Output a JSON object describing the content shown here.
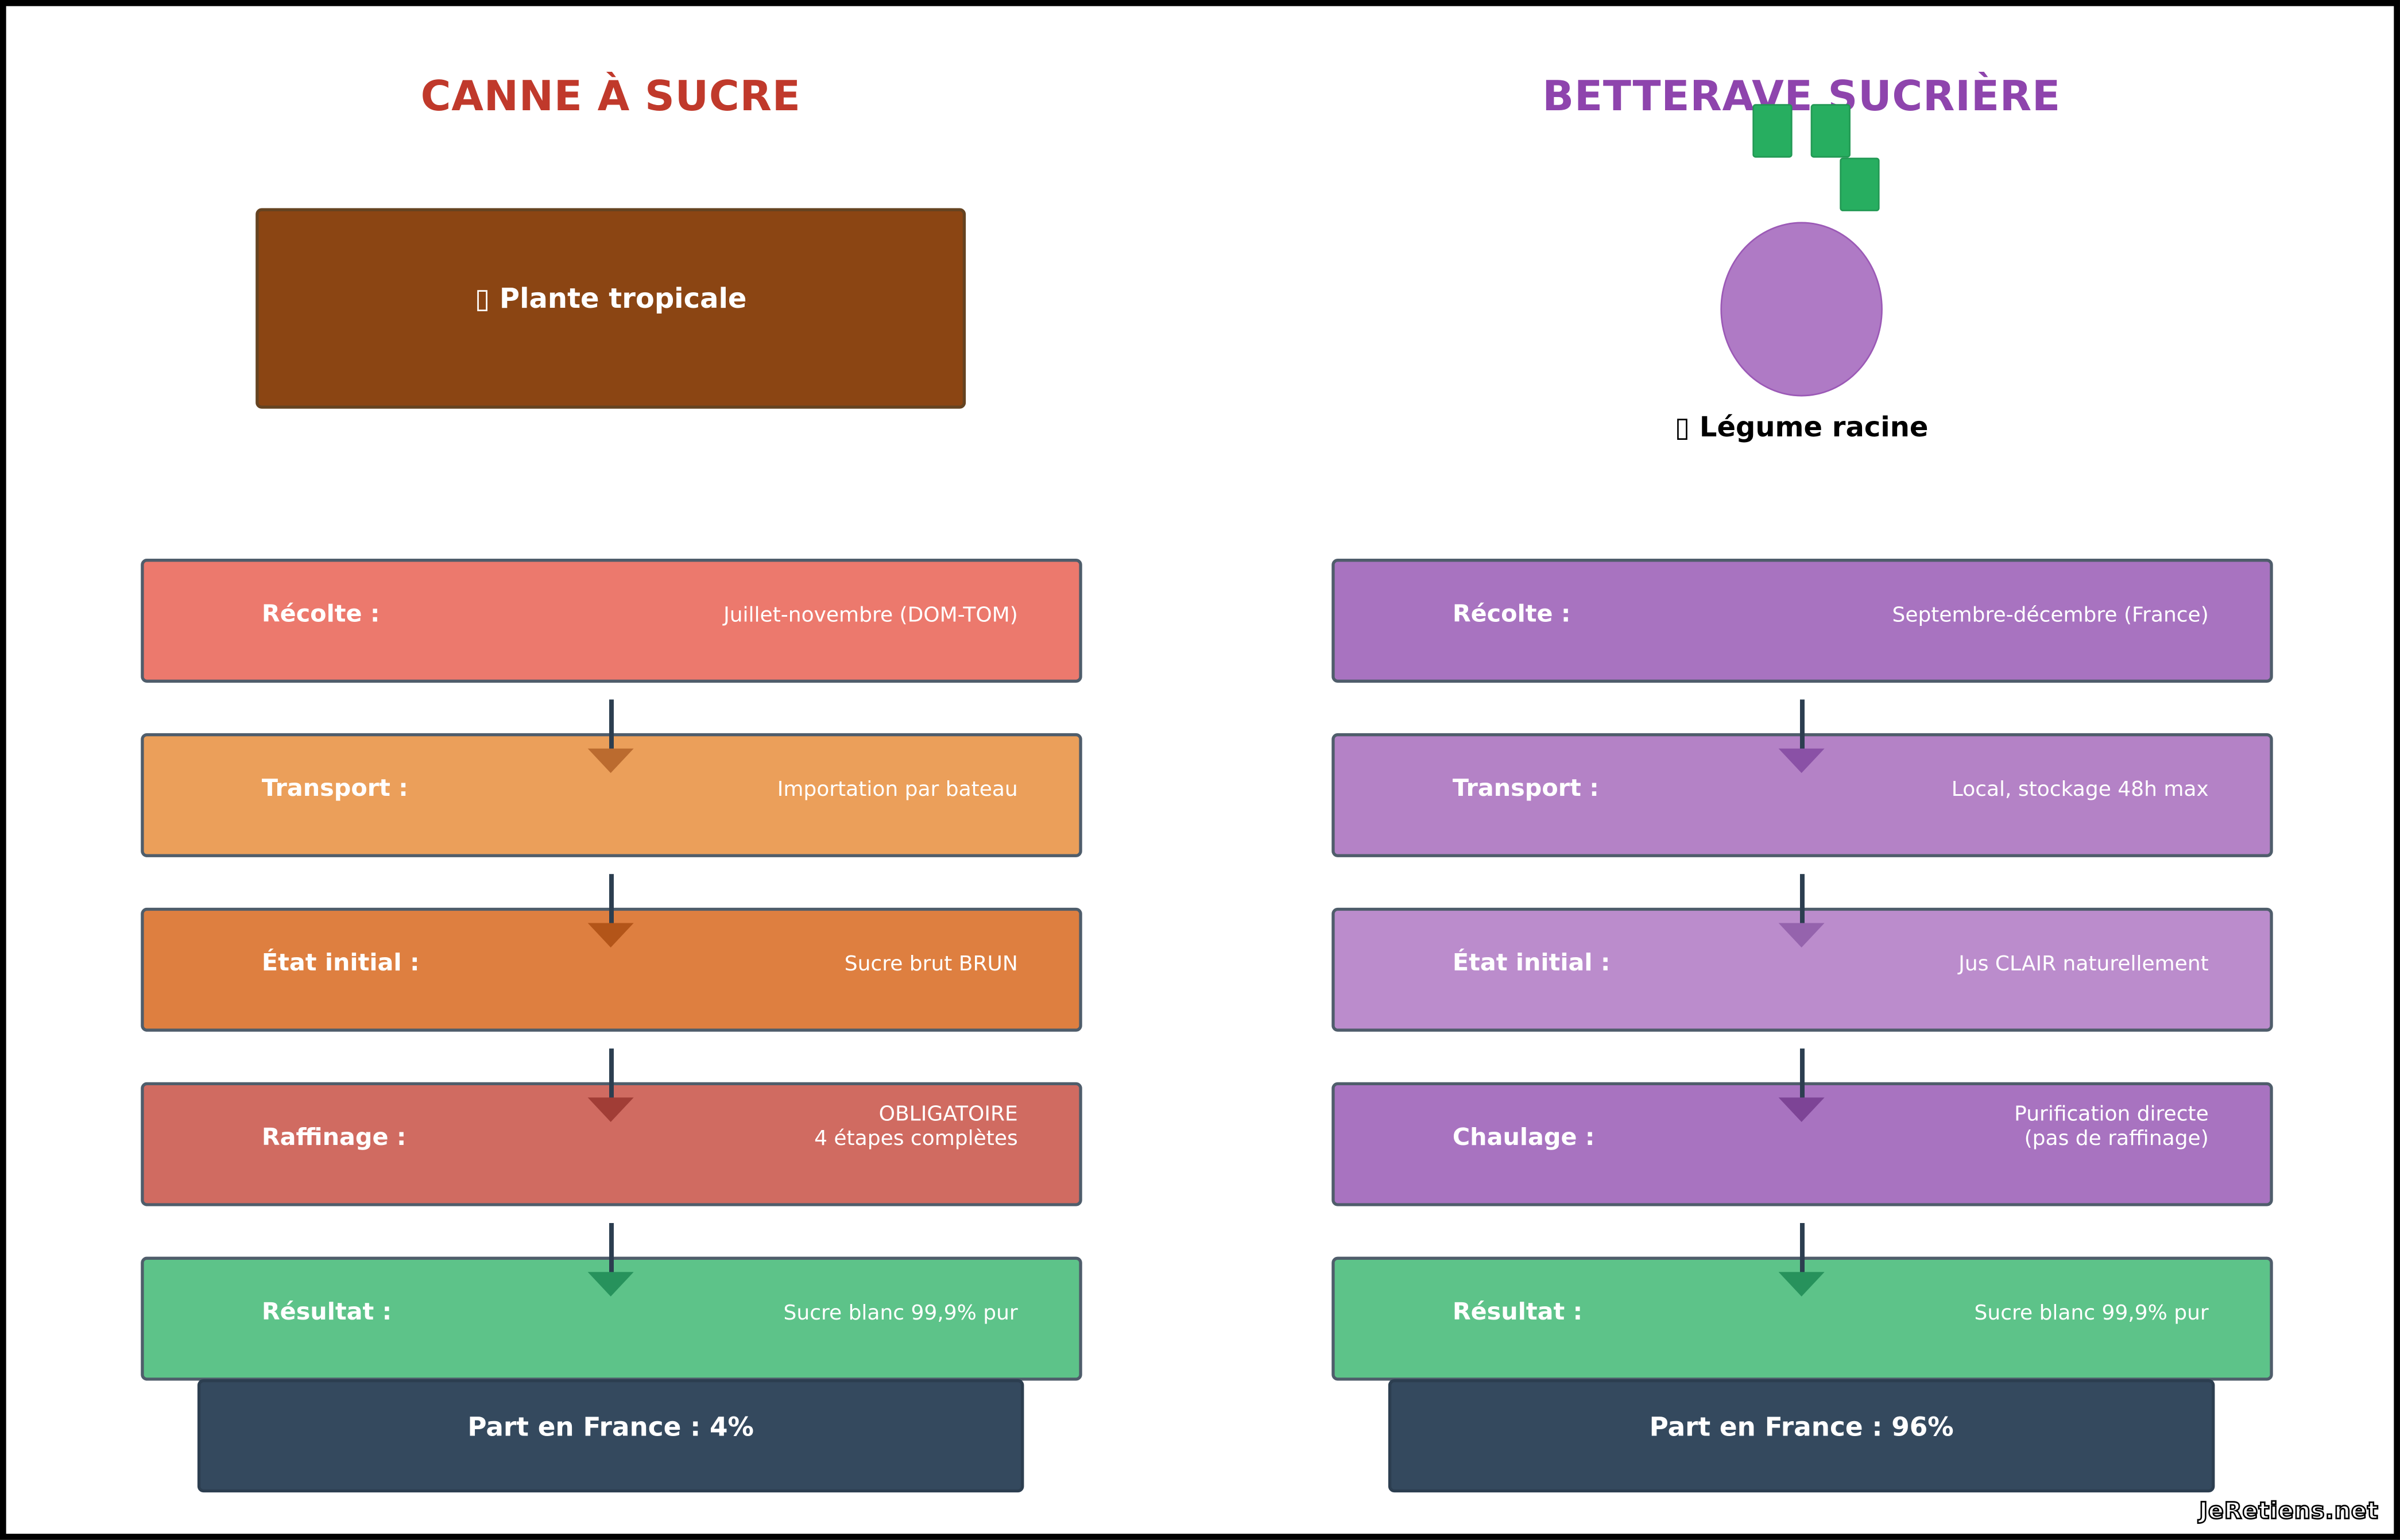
{
  "left": {
    "title": "CANNE À SUCRE",
    "title_color": "#c0392b",
    "plant_label": "▯ Plante tropicale",
    "steps": [
      {
        "label": "Récolte :",
        "value": "Juillet-novembre (DOM-TOM)",
        "color": "#ec796d",
        "arrow_color": "#bb6b2f"
      },
      {
        "label": "Transport :",
        "value": "Importation par bateau",
        "color": "#eb9f5a",
        "arrow_color": "#b35519"
      },
      {
        "label": "État initial :",
        "value": "Sucre brut BRUN",
        "color": "#de7f40",
        "arrow_color": "#a13d36"
      },
      {
        "label": "Raffinage :",
        "value": "OBLIGATOIRE\n4 étapes complètes",
        "color": "#d06b61",
        "arrow_color": "#27925c"
      },
      {
        "label": "Résultat :",
        "value": "Sucre blanc 99,9% pur",
        "color": "#5dc389"
      }
    ],
    "share": "Part en France : 4%"
  },
  "right": {
    "title": "BETTERAVE SUCRIÈRE",
    "title_color": "#8e44ad",
    "plant_label": "▯ Légume racine",
    "steps": [
      {
        "label": "Récolte :",
        "value": "Septembre-décembre (France)",
        "color": "#a873c0",
        "arrow_color": "#8a51a6"
      },
      {
        "label": "Transport :",
        "value": "Local, stockage 48h max",
        "color": "#b482c6",
        "arrow_color": "#9563ad"
      },
      {
        "label": "État initial :",
        "value": "Jus CLAIR naturellement",
        "color": "#bb8ccc",
        "arrow_color": "#7d4496"
      },
      {
        "label": "Chaulage :",
        "value": "Purification directe\n(pas de raffinage)",
        "color": "#a873c0",
        "arrow_color": "#27925c"
      },
      {
        "label": "Résultat :",
        "value": "Sucre blanc 99,9% pur",
        "color": "#5dc389"
      }
    ],
    "share": "Part en France : 96%"
  },
  "watermark": "JeRetiens.net"
}
